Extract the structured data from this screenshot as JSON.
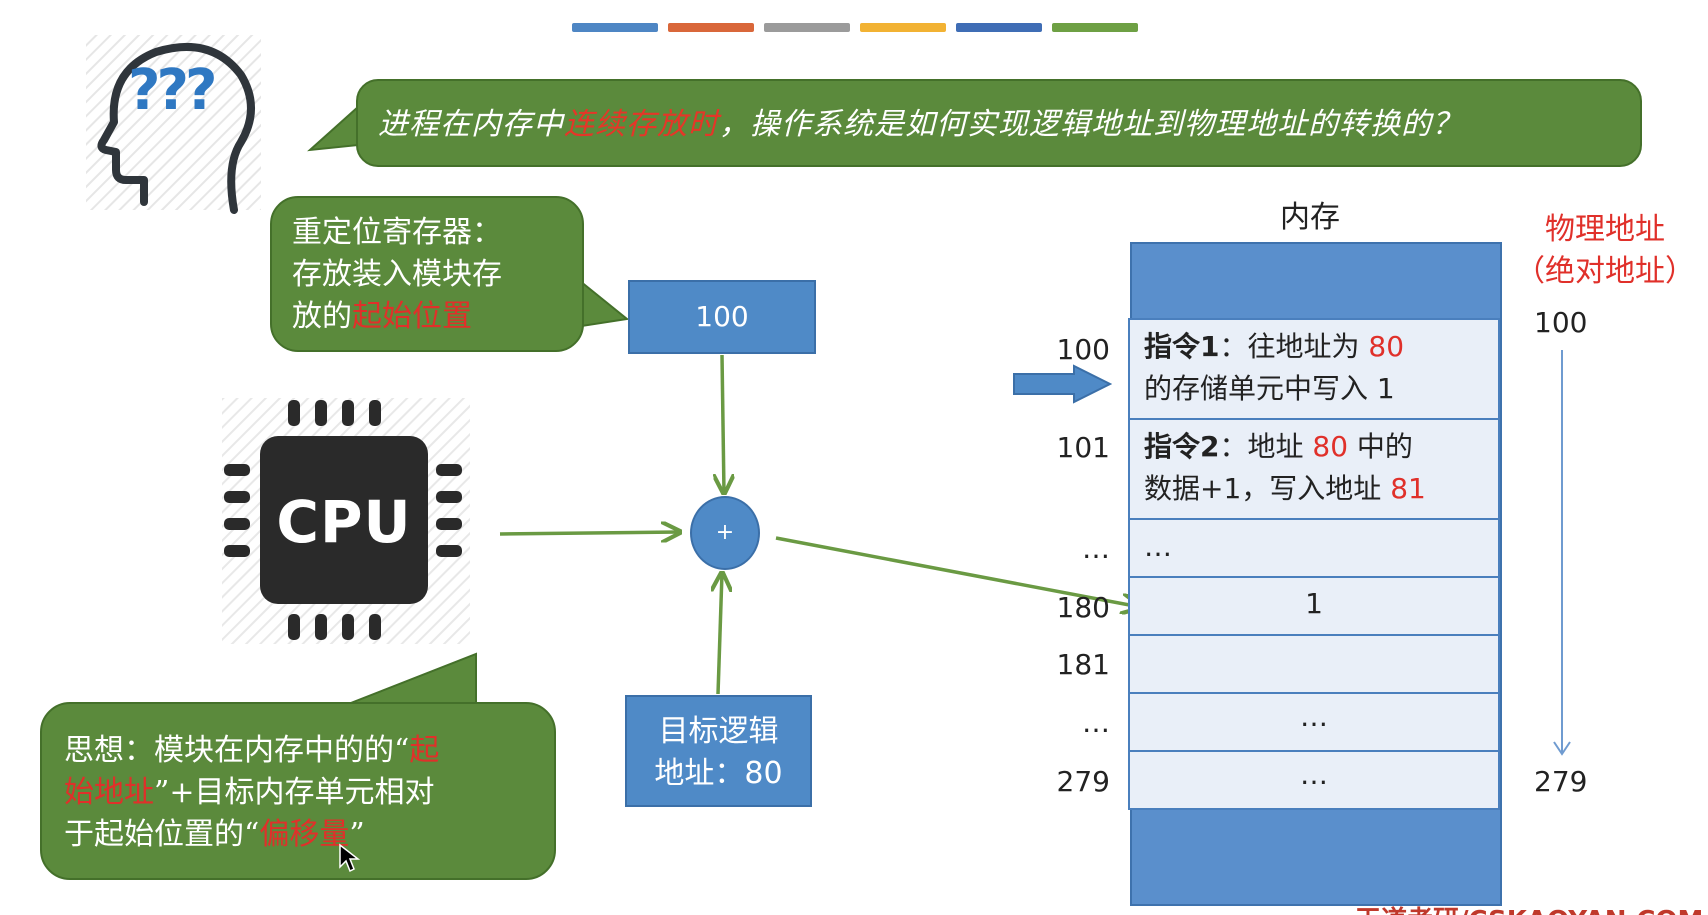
{
  "question": {
    "prefix": "进程在内存中",
    "highlight": "连续存放时",
    "suffix": "，操作系统是如何实现逻辑地址到物理地址的转换的？"
  },
  "head_icon": {
    "icon": "thinking-head-icon",
    "glyphs": "???"
  },
  "relocation_bubble": {
    "line1": "重定位寄存器：",
    "line2": "存放装入模块存",
    "line3_prefix": "放的",
    "line3_highlight": "起始位置"
  },
  "register_value": "100",
  "cpu": {
    "icon": "cpu-chip-icon",
    "label": "CPU"
  },
  "adder_symbol": "+",
  "logical_address": {
    "line1": "目标逻辑",
    "line2": "地址：80"
  },
  "idea_bubble": {
    "part1": "思想：模块在内存中的的“",
    "hl1": "起",
    "part2": "",
    "hl2": "始地址",
    "part3": "”+目标内存单元相对",
    "part4": "于起始位置的“",
    "hl3": "偏移量",
    "part5": "”"
  },
  "memory": {
    "title": "内存",
    "physical_label_line1": "物理地址",
    "physical_label_line2": "（绝对地址）",
    "physical_start": "100",
    "physical_end": "279",
    "rows": [
      {
        "addr": "100",
        "bold": "指令1",
        "pre": "：往地址为 ",
        "red": "80",
        "line2": "的存储单元中写入 1"
      },
      {
        "addr": "101",
        "bold": "指令2",
        "pre": "：地址 ",
        "red": "80",
        "post": " 中的",
        "line2_pre": "数据+1，写入地址 ",
        "line2_red": "81"
      },
      {
        "addr": "…",
        "text": "…"
      },
      {
        "addr": "180",
        "text": "1"
      },
      {
        "addr": "181",
        "text": ""
      },
      {
        "addr": "…",
        "text": "…"
      },
      {
        "addr": "279",
        "text": "…"
      }
    ]
  },
  "colors": {
    "green_bubble": "#5b8a3c",
    "blue_box": "#4f8ac7",
    "memory_blue": "#5a8fcc",
    "cell_fill": "#e9eff8",
    "arrow_green": "#6a9a43",
    "highlight_red": "#e0302a",
    "bar_colors": [
      "#4e86c4",
      "#d9673a",
      "#9b9b9b",
      "#f2b233",
      "#3f6db5",
      "#6ea044"
    ]
  },
  "footer_text": "王道考研/CSKAOYAN.COM"
}
